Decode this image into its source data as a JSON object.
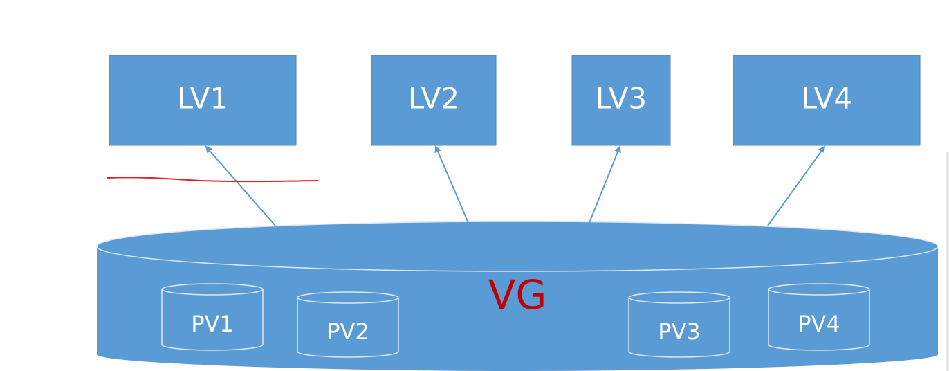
{
  "colors": {
    "box_fill": "#5b9bd5",
    "box_edge": "#4a86c0",
    "arrow": "#5b9bd5",
    "pv_outline": "#dce8f5",
    "vg_text": "#c00000",
    "annotation_line": "#e32020"
  },
  "logical_volumes": [
    {
      "label": "LV1"
    },
    {
      "label": "LV2"
    },
    {
      "label": "LV3"
    },
    {
      "label": "LV4"
    }
  ],
  "volume_group": {
    "label": "VG"
  },
  "physical_volumes": [
    {
      "label": "PV1"
    },
    {
      "label": "PV2"
    },
    {
      "label": "PV3"
    },
    {
      "label": "PV4"
    }
  ]
}
